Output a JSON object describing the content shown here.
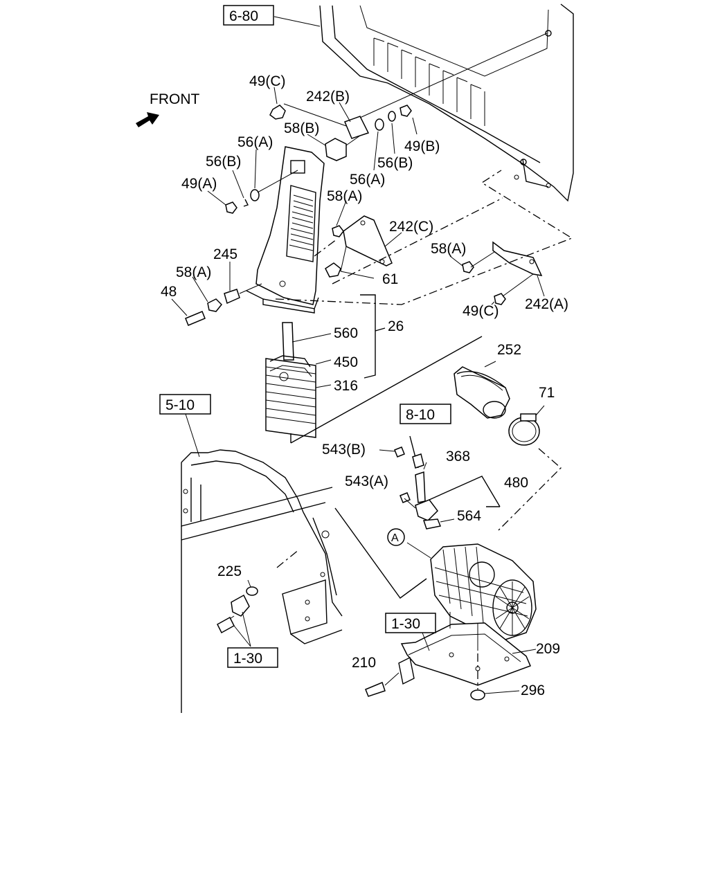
{
  "direction_label": "FRONT",
  "references": {
    "ref_6_80": "6-80",
    "ref_5_10": "5-10",
    "ref_8_10": "8-10",
    "ref_1_30_upper": "1-30",
    "ref_1_30_lower": "1-30"
  },
  "callouts": {
    "c49c_top": "49(C)",
    "c242b": "242(B)",
    "c58b": "58(B)",
    "c56a_left": "56(A)",
    "c56b_left": "56(B)",
    "c49a": "49(A)",
    "c49b": "49(B)",
    "c56b_right": "56(B)",
    "c56a_right": "56(A)",
    "c58a_mid": "58(A)",
    "c242c": "242(C)",
    "c58a_right": "58(A)",
    "c61": "61",
    "c245": "245",
    "c58a_left": "58(A)",
    "c48": "48",
    "c49c_bottom": "49(C)",
    "c242a": "242(A)",
    "c560": "560",
    "c26": "26",
    "c450": "450",
    "c316": "316",
    "c252": "252",
    "c71": "71",
    "c543b": "543(B)",
    "c368": "368",
    "c543a": "543(A)",
    "c480": "480",
    "c564": "564",
    "c_a": "A",
    "c225": "225",
    "c209": "209",
    "c210": "210",
    "c296": "296"
  }
}
